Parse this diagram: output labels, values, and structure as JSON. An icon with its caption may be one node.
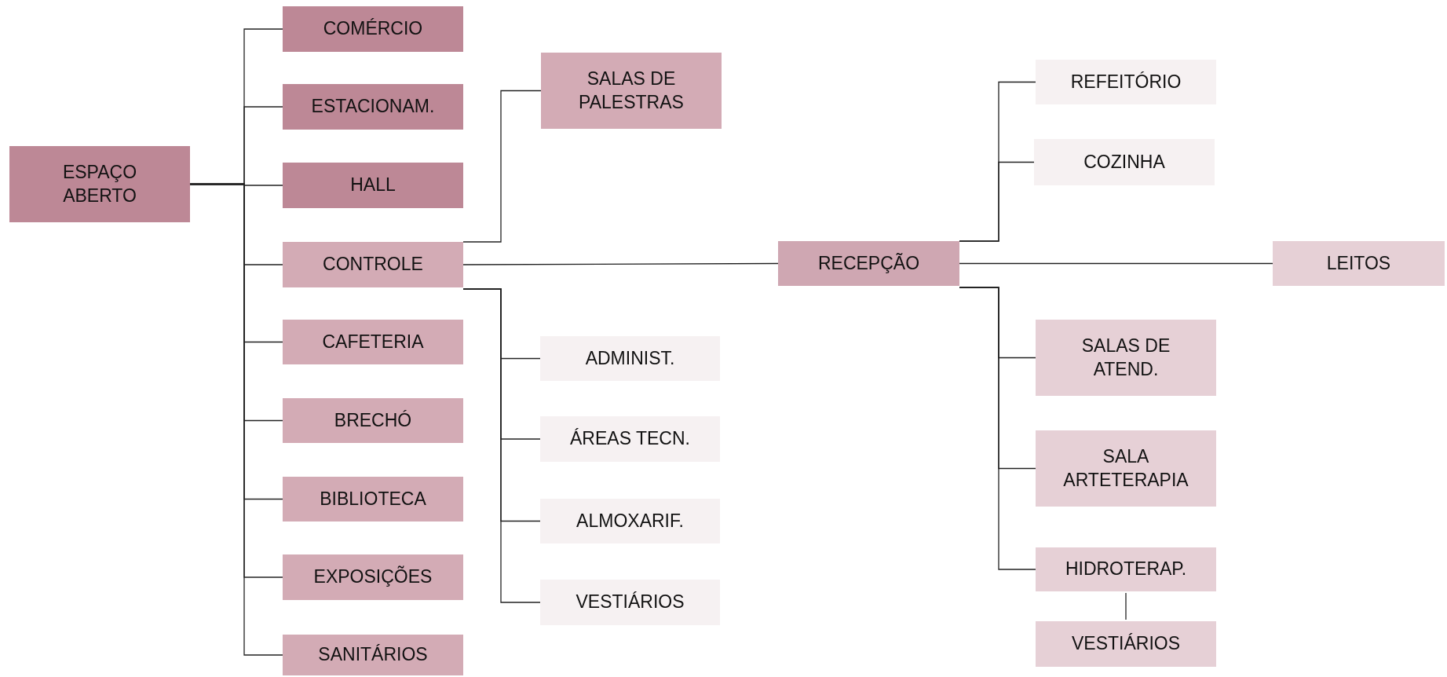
{
  "diagram": {
    "nodes": [
      {
        "text": [
          "ESPAÇO ABERTO"
        ]
      },
      {
        "text": [
          "COMÉRCIO"
        ]
      },
      {
        "text": [
          "ESTACIONAM."
        ]
      },
      {
        "text": [
          "HALL"
        ]
      },
      {
        "text": [
          "CONTROLE"
        ]
      },
      {
        "text": [
          "CAFETERIA"
        ]
      },
      {
        "text": [
          "BRECHÓ"
        ]
      },
      {
        "text": [
          "BIBLIOTECA"
        ]
      },
      {
        "text": [
          "EXPOSIÇÕES"
        ]
      },
      {
        "text": [
          "SANITÁRIOS"
        ]
      },
      {
        "text": [
          "SALAS DE PALESTRAS"
        ]
      },
      {
        "text": [
          "ADMINIST."
        ]
      },
      {
        "text": [
          "ÁREAS TECN."
        ]
      },
      {
        "text": [
          "ALMOXARIF."
        ]
      },
      {
        "text": [
          "VESTIÁRIOS"
        ]
      },
      {
        "text": [
          "RECEPÇÃO"
        ]
      },
      {
        "text": [
          "REFEITÓRIO"
        ]
      },
      {
        "text": [
          "COZINHA"
        ]
      },
      {
        "text": [
          "LEITOS"
        ]
      },
      {
        "text": [
          "SALAS DE ATEND."
        ]
      },
      {
        "text": [
          "SALA ARTETERAPIA"
        ]
      },
      {
        "text": [
          "HIDROTERAP."
        ]
      },
      {
        "text": [
          "VESTIÁRIOS"
        ]
      }
    ],
    "edges": [
      {
        "from": 0,
        "to": 1,
        "arrow": "none"
      },
      {
        "from": 0,
        "to": 2,
        "arrow": "none"
      },
      {
        "from": 0,
        "to": 3,
        "arrow": "none"
      },
      {
        "from": 0,
        "to": 4,
        "arrow": "none"
      },
      {
        "from": 0,
        "to": 5,
        "arrow": "none"
      },
      {
        "from": 0,
        "to": 6,
        "arrow": "none"
      },
      {
        "from": 0,
        "to": 7,
        "arrow": "none"
      },
      {
        "from": 0,
        "to": 8,
        "arrow": "none"
      },
      {
        "from": 0,
        "to": 9,
        "arrow": "none"
      },
      {
        "from": 4,
        "to": 10,
        "arrow": "none"
      },
      {
        "from": 4,
        "to": 15,
        "arrow": "none"
      },
      {
        "from": 4,
        "to": 11,
        "arrow": "none"
      },
      {
        "from": 4,
        "to": 12,
        "arrow": "none"
      },
      {
        "from": 4,
        "to": 13,
        "arrow": "none"
      },
      {
        "from": 4,
        "to": 14,
        "arrow": "none"
      },
      {
        "from": 15,
        "to": 16,
        "arrow": "none"
      },
      {
        "from": 15,
        "to": 17,
        "arrow": "none"
      },
      {
        "from": 15,
        "to": 18,
        "arrow": "none"
      },
      {
        "from": 15,
        "to": 19,
        "arrow": "none"
      },
      {
        "from": 15,
        "to": 20,
        "arrow": "none"
      },
      {
        "from": 15,
        "to": 21,
        "arrow": "none"
      },
      {
        "from": 21,
        "to": 22,
        "arrow": "none"
      }
    ]
  }
}
